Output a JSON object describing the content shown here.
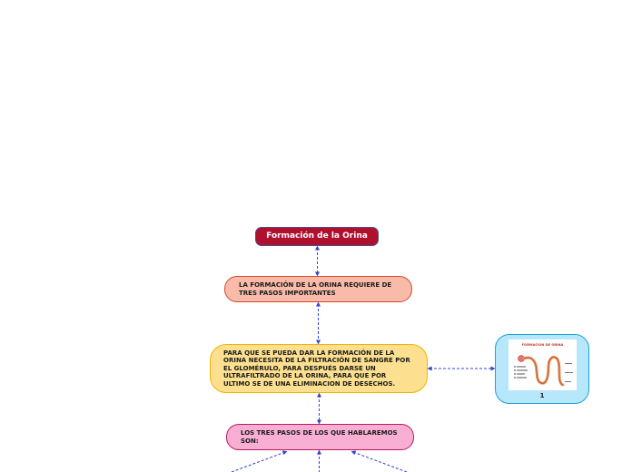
{
  "root": {
    "title": "Formación de la Orina"
  },
  "nodes": [
    {
      "text": "LA FORMACIÓN DE LA ORINA REQUIERE DE TRES PASOS IMPORTANTES"
    },
    {
      "text": "PARA QUE SE PUEDA DAR LA FORMACIÓN DE LA ORINA NECESITA DE LA FILTRACIÓN DE SANGRE POR EL GLOMÉRULO, PARA DESPUÉS DARSE UN ULTRAFILTRADO DE LA ORINA, PARA QUE POR ULTIMO SE DE UNA ELIMINACION DE DESECHOS."
    },
    {
      "text": "LOS TRES PASOS DE LOS QUE HABLAREMOS SON:"
    }
  ],
  "image_node": {
    "label": "1",
    "thumbnail_title": "FORMACIÓN DE ORINA"
  },
  "colors": {
    "root_fill": "#b0102e",
    "connector": "#3344cc",
    "node1_fill": "#f8bba9",
    "node2_fill": "#fde08f",
    "node3_fill": "#f9afd3",
    "image_node_fill": "#b7e7fb"
  }
}
